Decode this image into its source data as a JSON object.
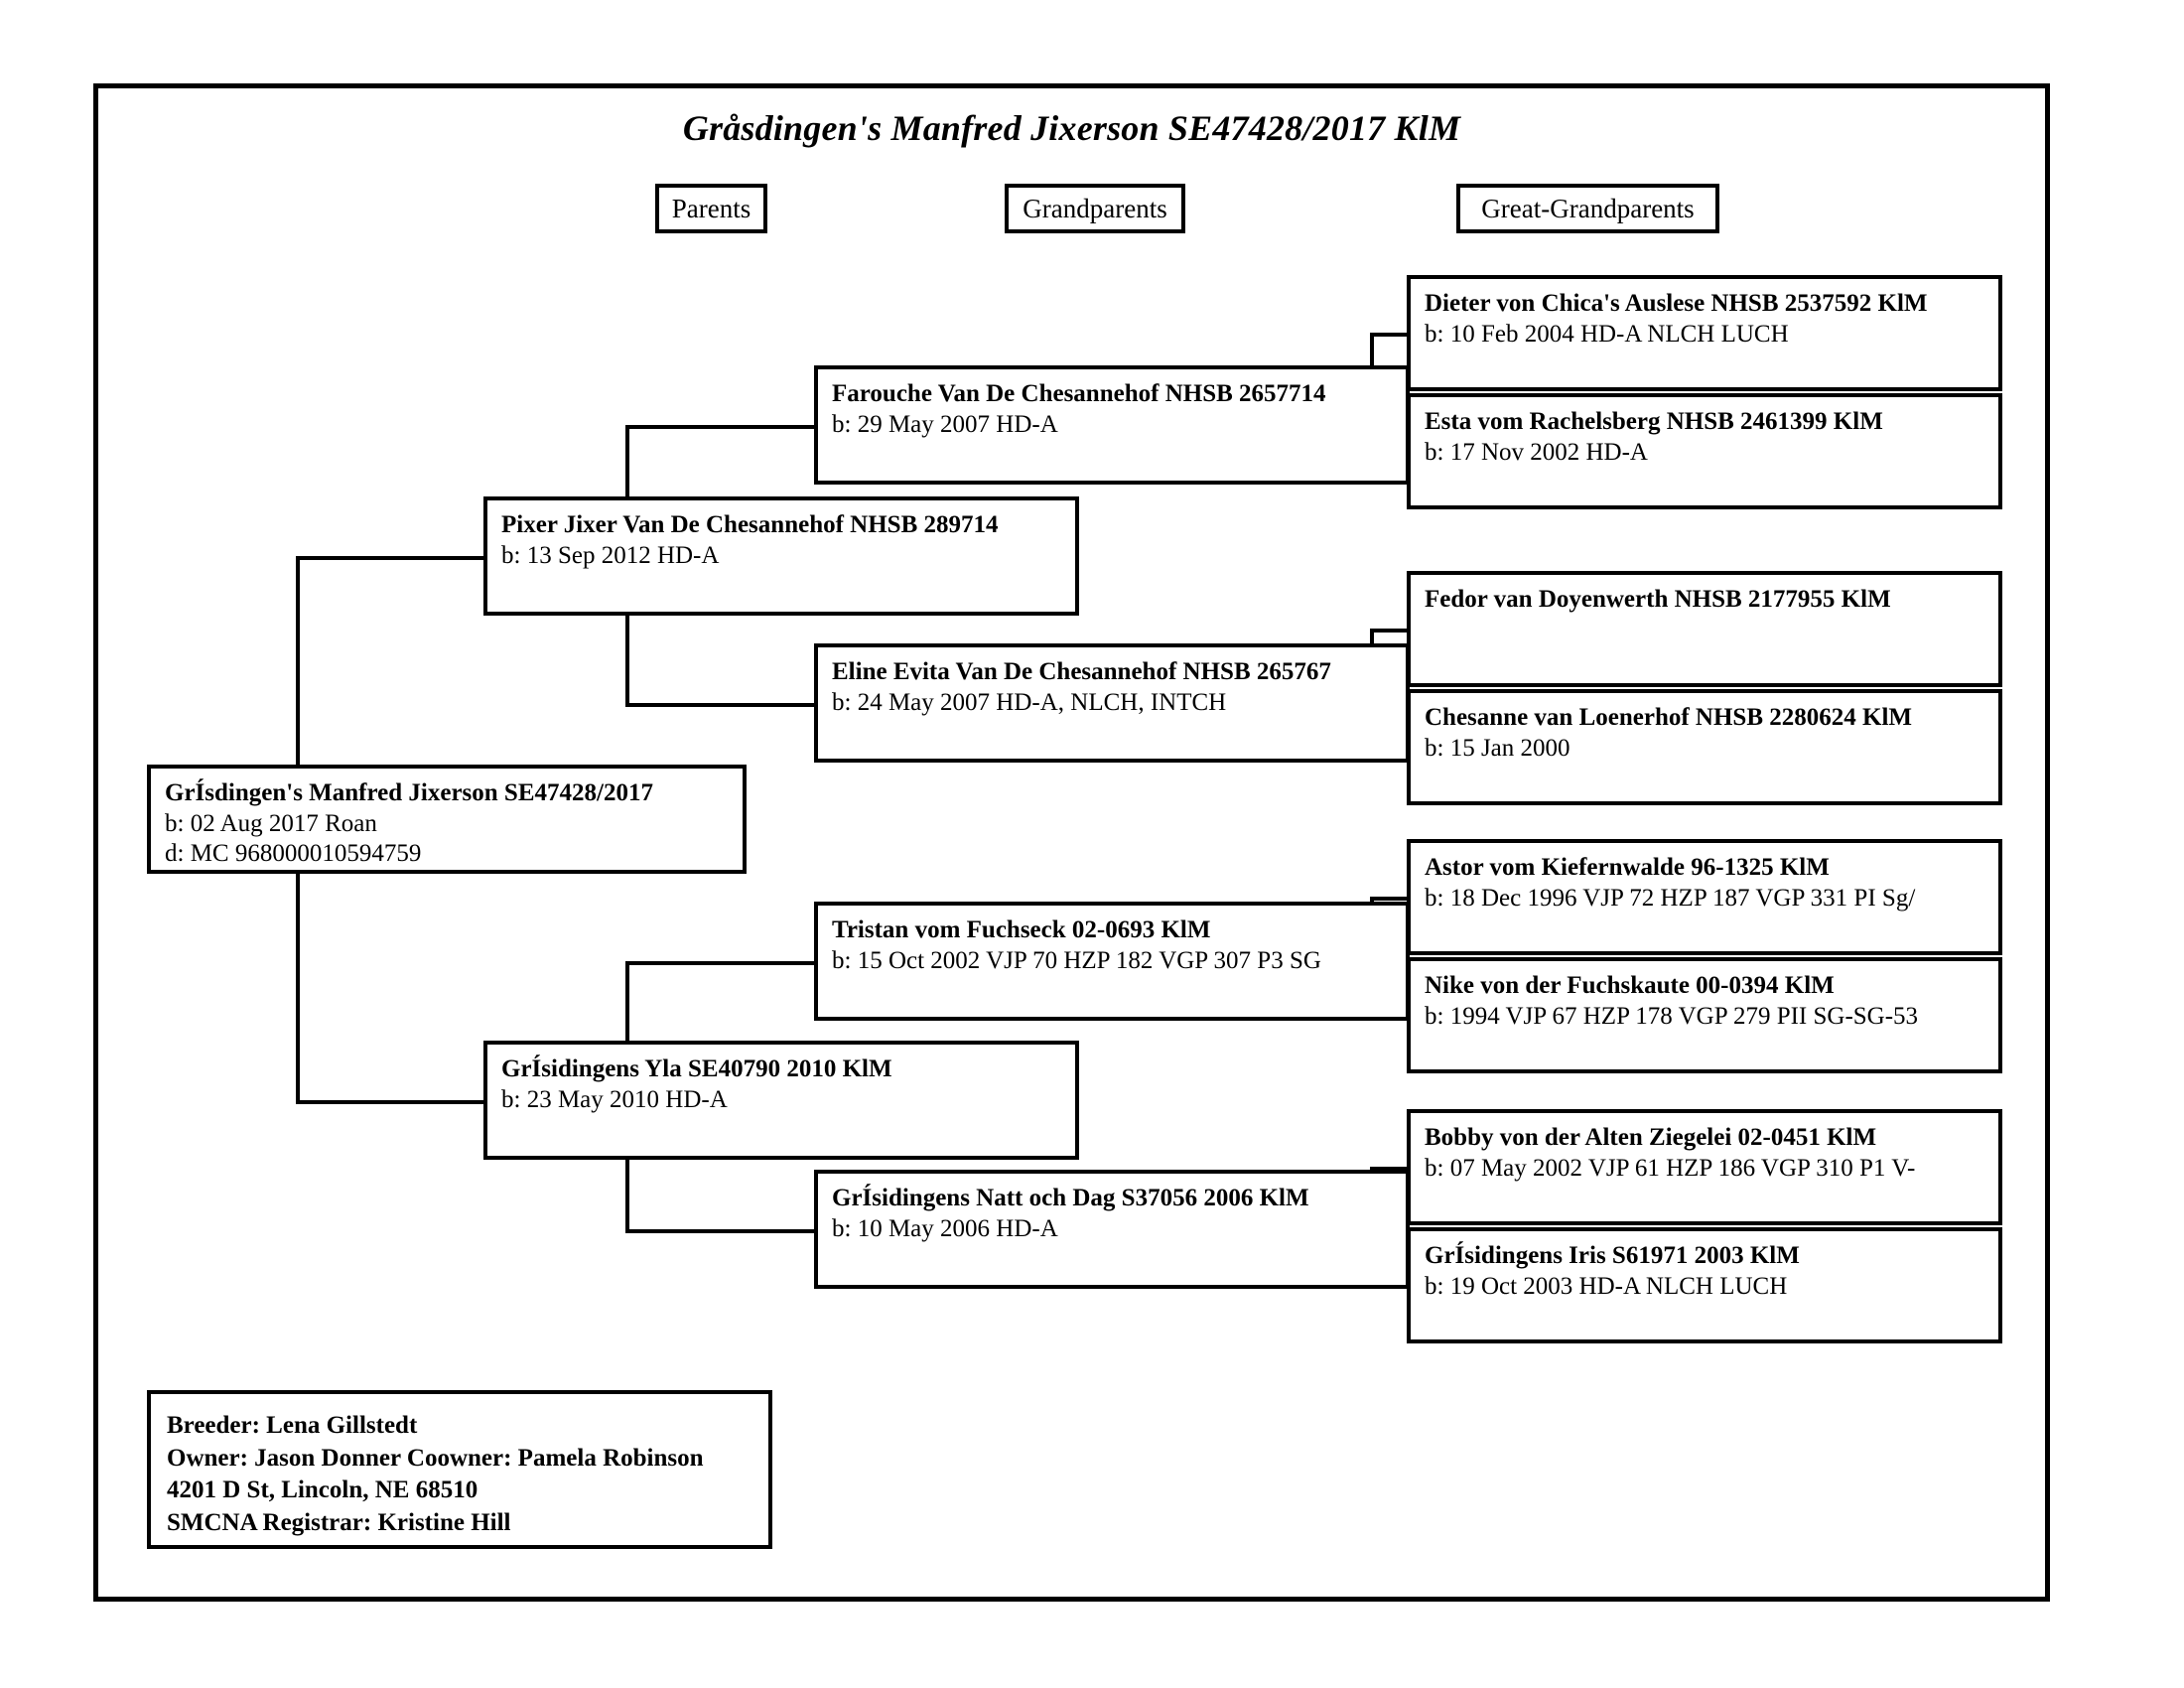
{
  "title": "Gråsdingen's Manfred Jixerson SE47428/2017 KlM",
  "headers": {
    "parents": "Parents",
    "grandparents": "Grandparents",
    "great_grandparents": "Great-Grandparents"
  },
  "subject": {
    "name": "GrÍsdingen's Manfred Jixerson SE47428/2017",
    "line2": "b: 02 Aug 2017  Roan",
    "line3": "d:  MC 968000010594759"
  },
  "parents": [
    {
      "name": "Pixer Jixer Van De Chesannehof NHSB 289714",
      "line2": "b: 13 Sep 2012  HD-A"
    },
    {
      "name": "GrÍsidingens Yla SE40790 2010 KlM",
      "line2": "b: 23 May 2010  HD-A"
    }
  ],
  "grandparents": [
    {
      "name": "Farouche Van De Chesannehof NHSB 2657714",
      "line2": "b: 29 May 2007  HD-A"
    },
    {
      "name": "Eline Evita Van De Chesannehof NHSB 265767",
      "line2": "b: 24 May 2007  HD-A, NLCH, INTCH"
    },
    {
      "name": "Tristan vom Fuchseck 02-0693 KlM",
      "line2": "b: 15 Oct 2002  VJP 70 HZP 182 VGP 307 P3 SG"
    },
    {
      "name": "GrÍsidingens Natt och Dag S37056 2006 KlM",
      "line2": "b: 10 May 2006  HD-A"
    }
  ],
  "great_grandparents": [
    {
      "name": "Dieter von Chica's Auslese NHSB 2537592 KlM",
      "line2": "b: 10 Feb 2004  HD-A NLCH LUCH"
    },
    {
      "name": "Esta vom Rachelsberg NHSB 2461399 KlM",
      "line2": "b: 17 Nov 2002  HD-A"
    },
    {
      "name": "Fedor van Doyenwerth NHSB 2177955 KlM",
      "line2": ""
    },
    {
      "name": "Chesanne van Loenerhof NHSB 2280624 KlM",
      "line2": "b: 15 Jan 2000"
    },
    {
      "name": "Astor vom Kiefernwalde 96-1325 KlM",
      "line2": "b: 18 Dec 1996  VJP 72 HZP 187 VGP 331 PI Sg/"
    },
    {
      "name": "Nike von der Fuchskaute 00-0394 KlM",
      "line2": "b: 1994  VJP 67 HZP 178 VGP 279 PII SG-SG-53"
    },
    {
      "name": "Bobby von der Alten Ziegelei 02-0451 KlM",
      "line2": "b: 07 May 2002  VJP 61 HZP 186 VGP 310 P1 V-"
    },
    {
      "name": "GrÍsidingens Iris S61971 2003 KlM",
      "line2": "b: 19 Oct 2003  HD-A NLCH LUCH"
    }
  ],
  "info": {
    "breeder": "Breeder:  Lena Gillstedt",
    "owner": "Owner: Jason Donner Coowner: Pamela Robinson",
    "address": "4201 D St, Lincoln, NE 68510",
    "registrar": "SMCNA Registrar: Kristine Hill"
  },
  "colors": {
    "ink": "#000000",
    "paper": "#ffffff"
  }
}
